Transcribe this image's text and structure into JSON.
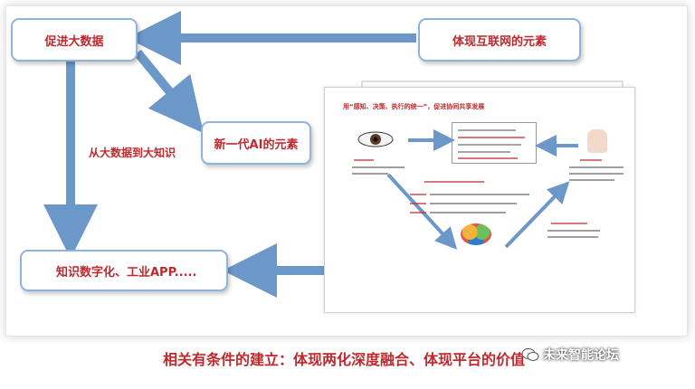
{
  "boxes": {
    "promote_bigdata": "促进大数据",
    "internet_elements": "体现互联网的元素",
    "ai_elements": "新一代AI的元素",
    "knowledge_digital": "知识数字化、工业APP....."
  },
  "labels": {
    "bigdata_to_knowledge": "从大数据到大知识"
  },
  "inset": {
    "title": "用“感知、决策、执行的统一”，促进协同共享发展"
  },
  "footer": "相关有条件的建立：体现两化深度融合、体现平台的价值",
  "watermark": "未来智能论坛",
  "colors": {
    "accent_red": "#c0282d",
    "arrow_blue": "#6b97c9",
    "box_border": "#8fb3da"
  }
}
